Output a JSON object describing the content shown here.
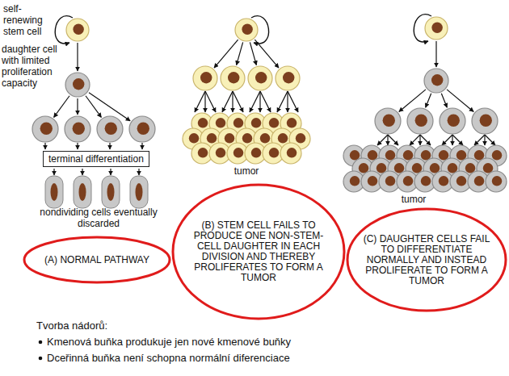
{
  "diagram": {
    "nodes": [
      {
        "text": [
          "terminal differentiation"
        ]
      },
      {
        "text": [
          "(A) NORMAL PATHWAY"
        ]
      },
      {
        "text": [
          "(B) STEM CELL FAILS TO PRODUCE ONE NON-STEM-CELL DAUGHTER IN EACH DIVISION AND THEREBY PROLIFERATES TO FORM A TUMOR"
        ]
      },
      {
        "text": [
          "(C) DAUGHTER CELLS FAIL TO DIFFERENTIATE NORMALLY AND INSTEAD PROLIFERATE TO FORM A TUMOR"
        ]
      }
    ],
    "labels": [
      "self-renewing stem cell",
      "daughter cell with limited proliferation capacity",
      "nondividing cells eventually discarded",
      "tumor",
      "tumor",
      "Tvorba nádorů:",
      "Kmenová buňka produkuje jen nové kmenové buňky",
      "Dceřinná buňka není schopna normální diferenciace"
    ]
  }
}
